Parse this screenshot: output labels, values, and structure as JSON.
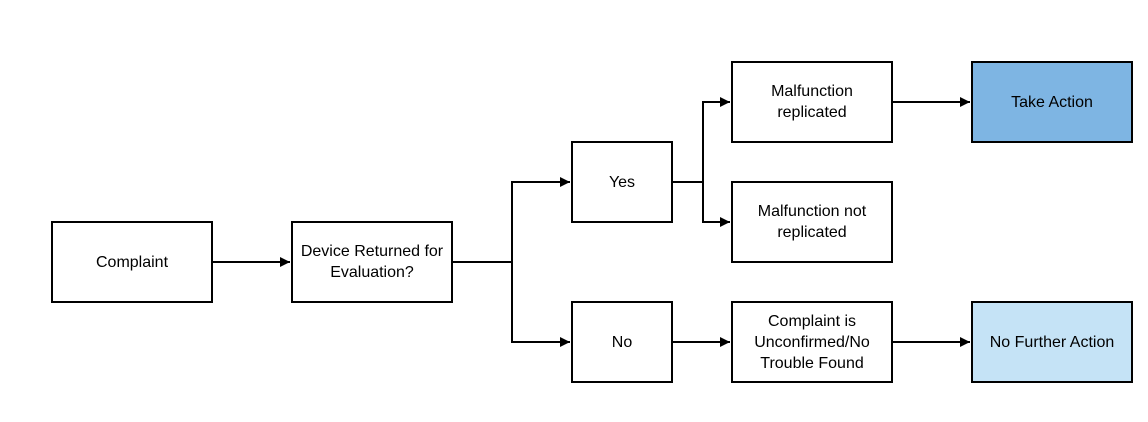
{
  "diagram": {
    "nodes": {
      "complaint": {
        "label": "Complaint"
      },
      "device_returned": {
        "label": "Device Returned for Evaluation?"
      },
      "yes": {
        "label": "Yes"
      },
      "no": {
        "label": "No"
      },
      "malfunction_replicated": {
        "label": "Malfunction replicated"
      },
      "malfunction_not_replicated": {
        "label": "Malfunction not replicated"
      },
      "unconfirmed": {
        "label": "Complaint is Unconfirmed/No Trouble Found"
      },
      "take_action": {
        "label": "Take Action"
      },
      "no_further_action": {
        "label": "No Further Action"
      }
    },
    "colors": {
      "take_action_fill": "#7eb5e3",
      "no_further_action_fill": "#c5e3f6",
      "stroke": "#000000"
    }
  }
}
